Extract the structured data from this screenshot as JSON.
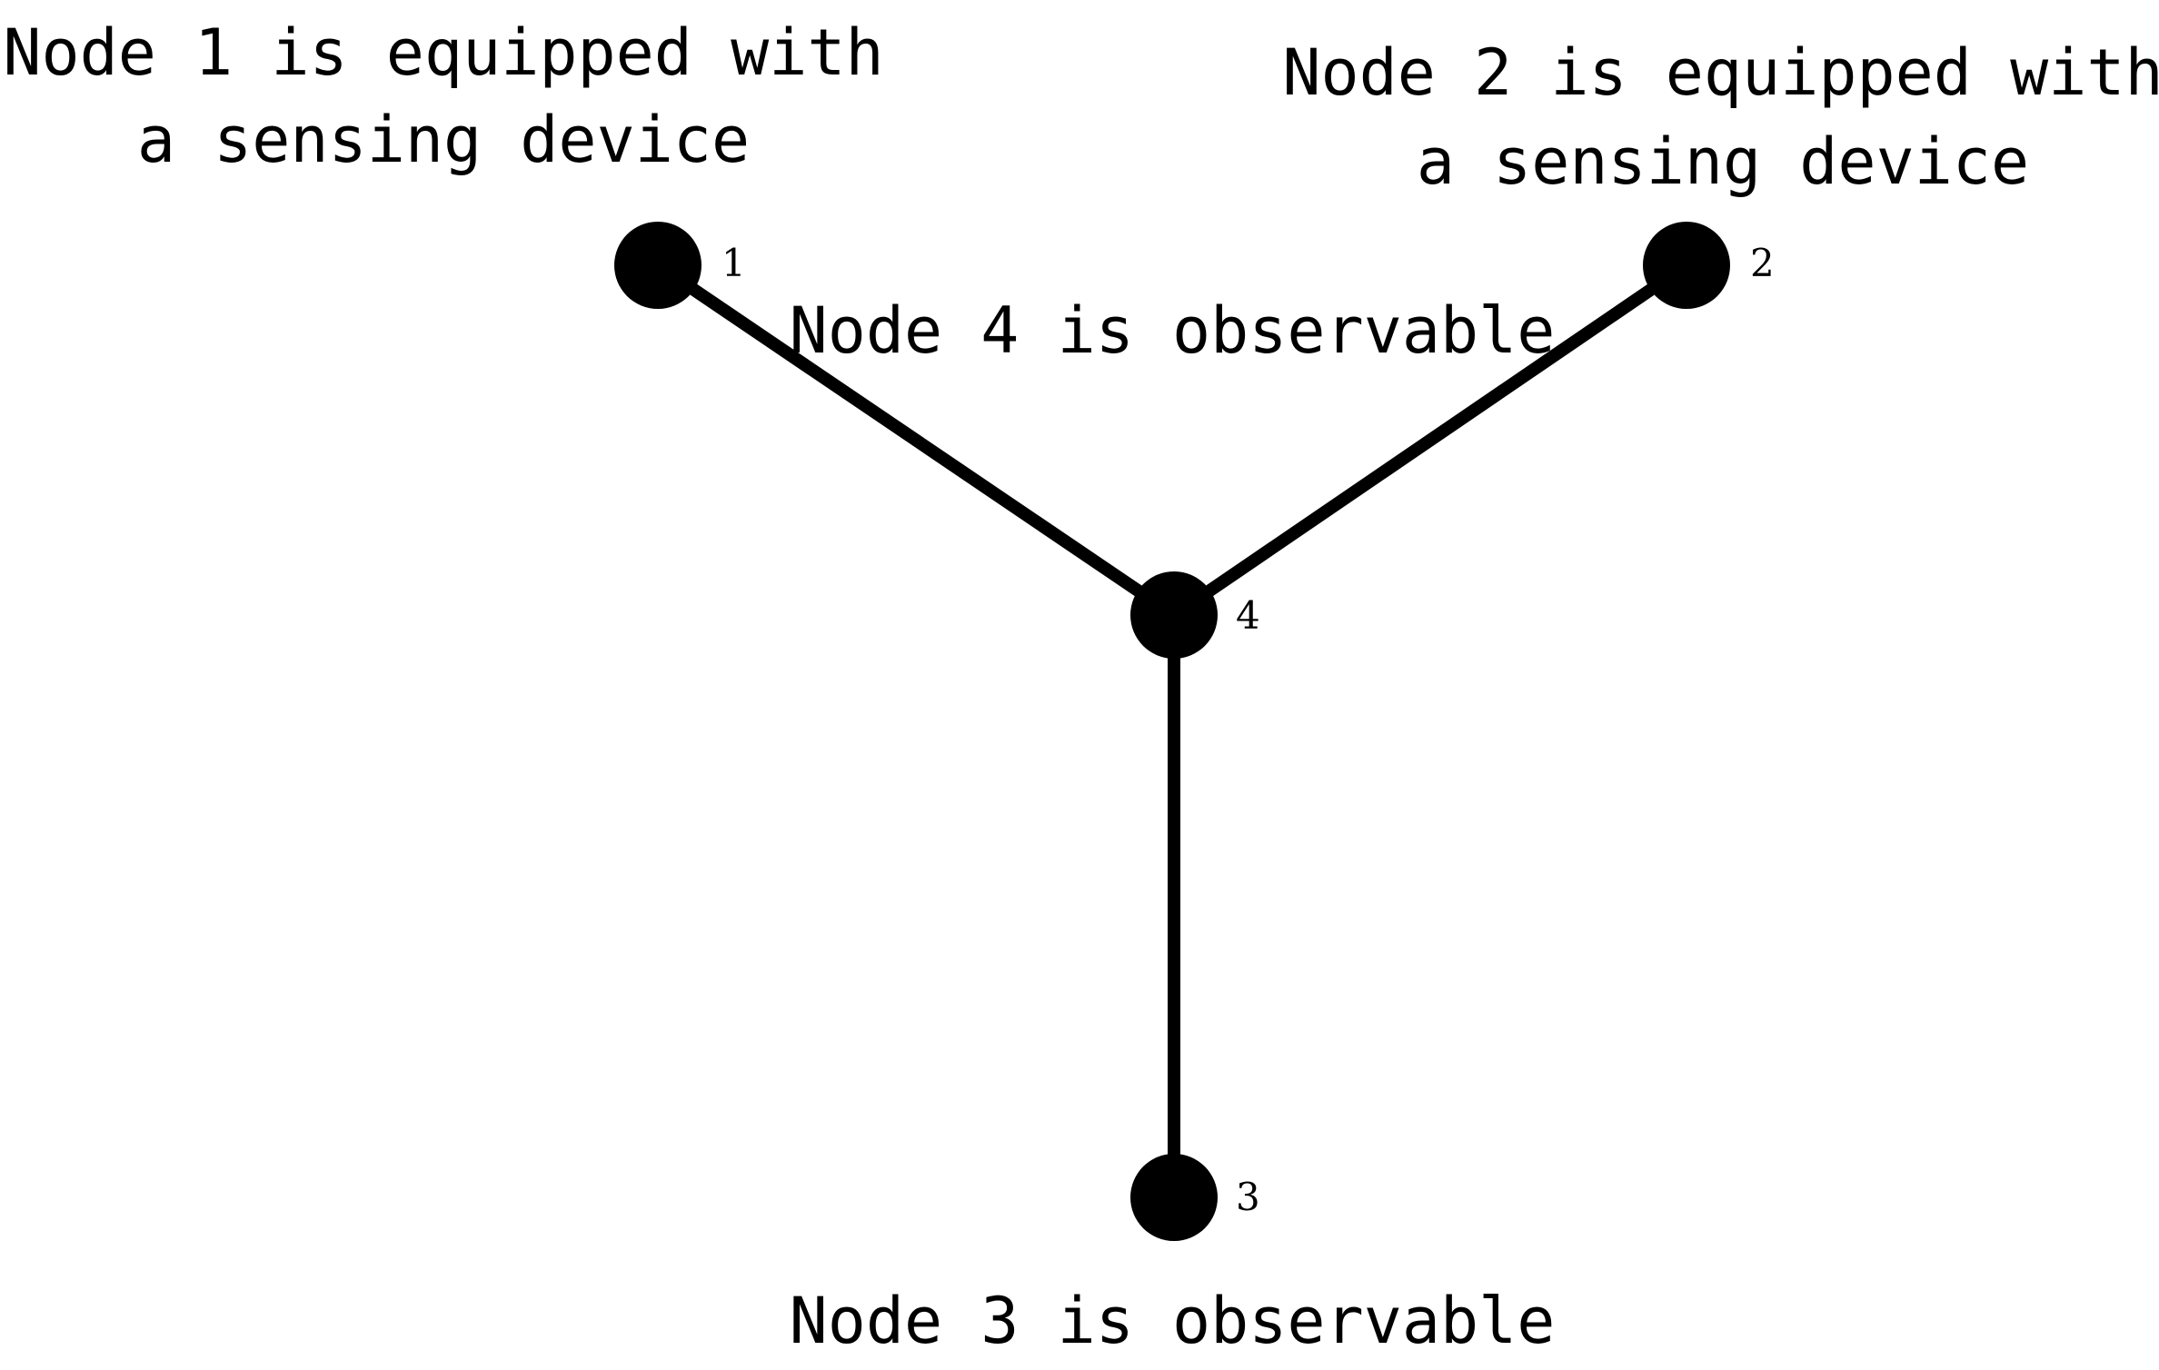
{
  "nodes": [
    {
      "id": "1",
      "label": "1"
    },
    {
      "id": "2",
      "label": "2"
    },
    {
      "id": "3",
      "label": "3"
    },
    {
      "id": "4",
      "label": "4"
    }
  ],
  "edges": [
    {
      "from": "1",
      "to": "4"
    },
    {
      "from": "2",
      "to": "4"
    },
    {
      "from": "3",
      "to": "4"
    }
  ],
  "annotations": {
    "node1_line1": "Node 1 is equipped with",
    "node1_line2": "a sensing device",
    "node2_line1": "Node 2 is equipped with",
    "node2_line2": "a sensing device",
    "node4": "Node 4 is observable",
    "node3": "Node 3 is observable"
  },
  "colors": {
    "node": "#000000",
    "edge": "#000000",
    "text": "#000000",
    "background": "#ffffff"
  }
}
